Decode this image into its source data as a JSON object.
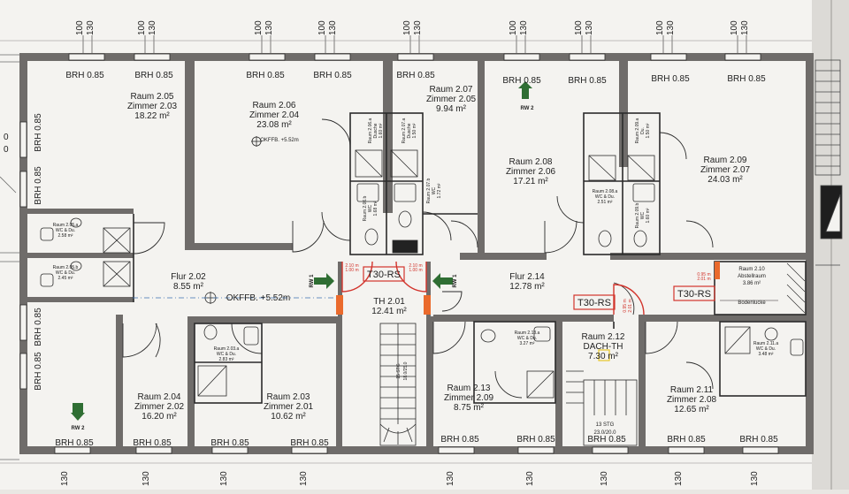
{
  "rooms": [
    {
      "key": "r205",
      "lines": [
        "Raum 2.05",
        "Zimmer 2.03",
        "18.22 m²"
      ]
    },
    {
      "key": "r206",
      "lines": [
        "Raum 2.06",
        "Zimmer 2.04",
        "23.08 m²"
      ]
    },
    {
      "key": "r207",
      "lines": [
        "Raum 2.07",
        "Zimmer 2.05",
        "9.94 m²"
      ]
    },
    {
      "key": "r208",
      "lines": [
        "Raum 2.08",
        "Zimmer 2.06",
        "17.21 m²"
      ]
    },
    {
      "key": "r209",
      "lines": [
        "Raum 2.09",
        "Zimmer 2.07",
        "24.03 m²"
      ]
    },
    {
      "key": "f202",
      "lines": [
        "Flur 2.02",
        "8.55 m²"
      ]
    },
    {
      "key": "th201",
      "lines": [
        "TH 2.01",
        "12.41 m²"
      ]
    },
    {
      "key": "f214",
      "lines": [
        "Flur 2.14",
        "12.78 m²"
      ]
    },
    {
      "key": "r210",
      "lines": [
        "Raum 2.10",
        "Abstellraum",
        "3.86 m²"
      ]
    },
    {
      "key": "r212",
      "lines": [
        "Raum 2.12",
        "DACH-TH",
        "7.30 m²"
      ]
    },
    {
      "key": "r204",
      "lines": [
        "Raum 2.04",
        "Zimmer 2.02",
        "16.20 m²"
      ]
    },
    {
      "key": "r203",
      "lines": [
        "Raum 2.03",
        "Zimmer 2.01",
        "10.62 m²"
      ]
    },
    {
      "key": "r213",
      "lines": [
        "Raum 2.13",
        "Zimmer 2.09",
        "8.75 m²"
      ]
    },
    {
      "key": "r211",
      "lines": [
        "Raum 2.11",
        "Zimmer 2.08",
        "12.65 m²"
      ]
    }
  ],
  "wet_rooms": [
    {
      "key": "w205a",
      "lines": [
        "Raum 2.05.a",
        "WC & Du.",
        "2.58 m²"
      ]
    },
    {
      "key": "w205b",
      "lines": [
        "Raum 2.05.b",
        "WC & Du.",
        "2.45 m²"
      ]
    },
    {
      "key": "w206a",
      "lines": [
        "Raum 2.06.a",
        "Dusche",
        "1.60 m²"
      ]
    },
    {
      "key": "w206b",
      "lines": [
        "Raum 2.06.b",
        "WC",
        "1.68 m²"
      ]
    },
    {
      "key": "w207a",
      "lines": [
        "Raum 2.07.a",
        "Dusche",
        "1.50 m²"
      ]
    },
    {
      "key": "w207b",
      "lines": [
        "Raum 2.07.b",
        "WC",
        "1.72 m²"
      ]
    },
    {
      "key": "w208a",
      "lines": [
        "Raum 2.08.a",
        "WC & Du.",
        "2.51 m²"
      ]
    },
    {
      "key": "w209a",
      "lines": [
        "Raum 2.09.a",
        "Du.",
        "1.50 m²"
      ]
    },
    {
      "key": "w209b",
      "lines": [
        "Raum 2.09.b",
        "WC",
        "1.60 m²"
      ]
    },
    {
      "key": "w203a",
      "lines": [
        "Raum 2.03.a",
        "WC & Du.",
        "2.83 m²"
      ]
    },
    {
      "key": "w213a",
      "lines": [
        "Raum 2.13.a",
        "WC & Du.",
        "3.27 m²"
      ]
    },
    {
      "key": "w211a",
      "lines": [
        "Raum 2.11.a",
        "WC & Du.",
        "3.48 m²"
      ]
    }
  ],
  "labels": {
    "brh": "BRH 0.85",
    "okffb_a": "OKFFB. +5.52m",
    "okffb_b": "OKFFB. +5.52m",
    "rw1": "RW 1",
    "rw2": "RW 2",
    "t30rs": "T30-RS",
    "stair_main": [
      "15 STG",
      "18.0/25.0"
    ],
    "stair_roof": [
      "13 STG",
      "23.0/20.0"
    ],
    "bodenluke": "Bodenlucke",
    "dim_top_a": "100",
    "dim_top_b": "130",
    "dim_bottom": "130",
    "door_size_a": [
      "2.10 m",
      "1.00 m"
    ],
    "door_size_b": [
      "2.10 m",
      "1.00 m"
    ],
    "door_size_c": [
      "0.95 m",
      "2.01 m"
    ],
    "door_size_d": [
      "0.95 m",
      "2.01 m"
    ],
    "left_edge": "0",
    "left_edge2": "0"
  },
  "colors": {
    "wall": "#6f6c6a",
    "paper": "#f4f3f0",
    "line": "#2b2b2b",
    "fire_red": "#d2342c",
    "fire_orange": "#ea6a2c",
    "arrow_green": "#2f6e33",
    "marker_yellow": "#e7c728"
  }
}
